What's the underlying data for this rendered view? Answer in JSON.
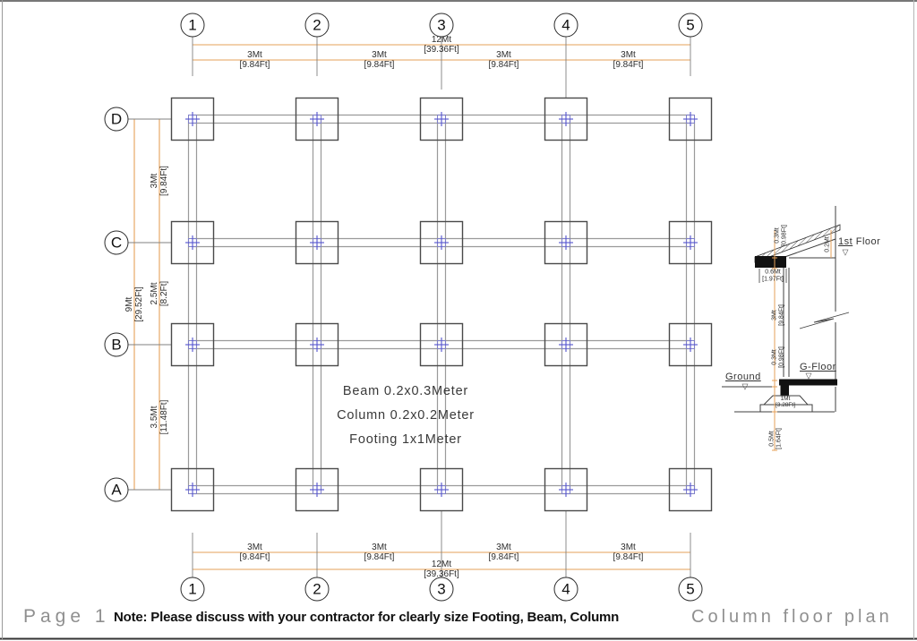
{
  "plan": {
    "grid_cols": [
      "1",
      "2",
      "3",
      "4",
      "5"
    ],
    "grid_rows": [
      "D",
      "C",
      "B",
      "A"
    ],
    "bay_dim": {
      "m": "3Mt",
      "ft": "[9.84Ft]"
    },
    "overall_width": {
      "m": "12Mt",
      "ft": "[39.36Ft]"
    },
    "row_dims": [
      {
        "m": "3Mt",
        "ft": "[9.84Ft]"
      },
      {
        "m": "2.5Mt",
        "ft": "[8.2Ft]"
      },
      {
        "m": "3.5Mt",
        "ft": "[11.48Ft]"
      }
    ],
    "overall_height": {
      "m": "9Mt",
      "ft": "[29.52Ft]"
    },
    "notes": [
      "Beam  0.2x0.3Meter",
      "Column  0.2x0.2Meter",
      "Footing  1x1Meter"
    ]
  },
  "section": {
    "labels": {
      "first_floor_a": "1st",
      "first_floor_b": "Floor",
      "g_floor": "G-Floor",
      "ground": "Ground"
    },
    "dims": {
      "roof_rise": {
        "m": "0.3Mt",
        "ft": "[0.98Ft]"
      },
      "roof_thickness": {
        "m": "0.2Mt",
        "ft": ""
      },
      "beam_depth": {
        "m": "0.6Mt",
        "ft": "[1.97Ft]"
      },
      "floor_height": {
        "m": "3Mt",
        "ft": "[9.84Ft]"
      },
      "plinth": {
        "m": "0.3Mt",
        "ft": "[0.98Ft]"
      },
      "footing_width": {
        "m": "1Mt",
        "ft": "[3.28Ft]"
      },
      "footing_depth": {
        "m": "0.5Mt",
        "ft": "[1.64Ft]"
      }
    }
  },
  "footer": {
    "page": "Page 1",
    "note": "Note: Please discuss with your contractor for clearly size Footing, Beam, Column",
    "title": "Column floor plan"
  },
  "icons": {
    "level_marker": "▽"
  },
  "colors": {
    "dim_line": "#E5A15A",
    "draw_line": "#4a4a4a",
    "beam_line": "#9a9a9a",
    "column_marker": "#5353cf",
    "title_gray": "#8f8f8f"
  }
}
